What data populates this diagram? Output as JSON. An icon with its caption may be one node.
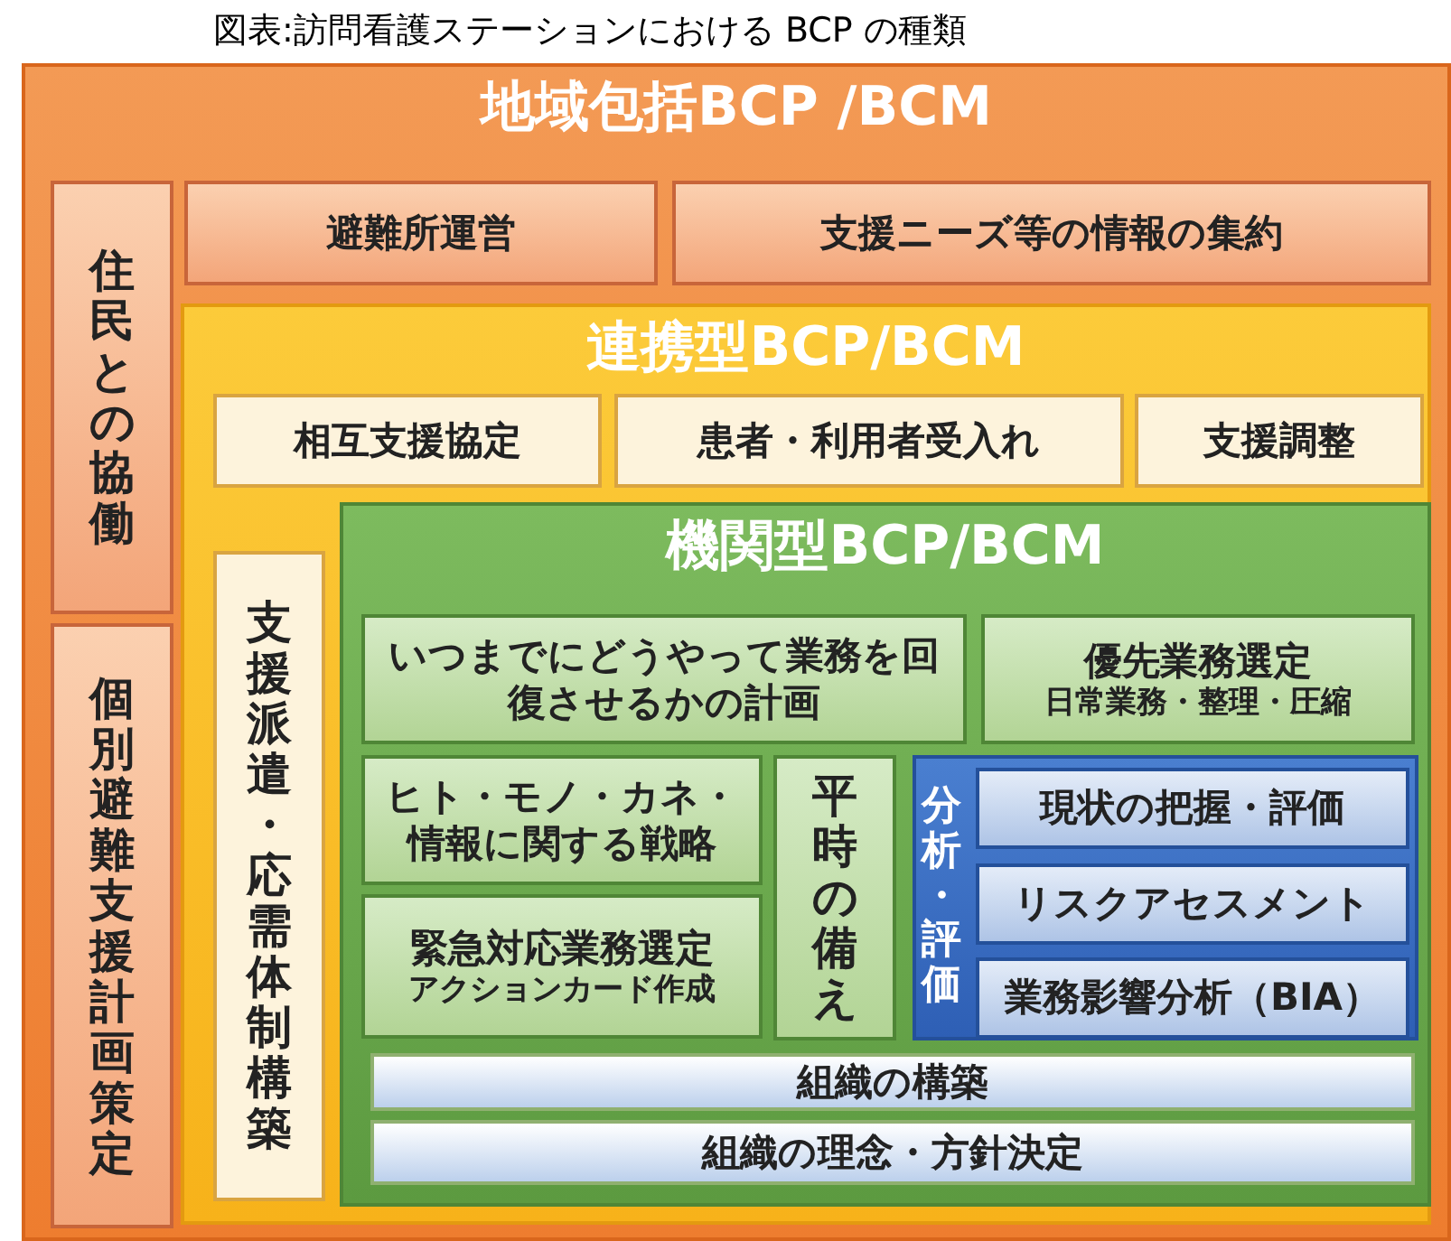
{
  "diagram": {
    "title": "図表:訪問看護ステーションにおける BCP の種類",
    "nodes": [
      {
        "text": [
          "地域包括BCP /BCM"
        ]
      },
      {
        "text": [
          "住民との協働"
        ],
        "in": 0
      },
      {
        "text": [
          "個別避難支援計画策定"
        ],
        "in": 0
      },
      {
        "text": [
          "避難所運営"
        ],
        "in": 0
      },
      {
        "text": [
          "支援ニーズ等の情報の集約"
        ],
        "in": 0
      },
      {
        "text": [
          "連携型BCP/BCM"
        ],
        "in": 0
      },
      {
        "text": [
          "相互支援協定"
        ],
        "in": 5
      },
      {
        "text": [
          "患者・利用者受入れ"
        ],
        "in": 5
      },
      {
        "text": [
          "支援調整"
        ],
        "in": 5
      },
      {
        "text": [
          "支援派遣・応需体制構築"
        ],
        "in": 5
      },
      {
        "text": [
          "機関型BCP/BCM"
        ],
        "in": 5
      },
      {
        "text": [
          "いつまでにどうやって業務を回復させるかの計画"
        ],
        "in": 10
      },
      {
        "text": [
          "優先業務選定",
          "日常業務・整理・圧縮"
        ],
        "in": 10
      },
      {
        "text": [
          "ヒト・モノ・カネ・情報に関する戦略"
        ],
        "in": 10
      },
      {
        "text": [
          "平時の備え"
        ],
        "in": 10
      },
      {
        "text": [
          "緊急対応業務選定",
          "アクションカード作成"
        ],
        "in": 10
      },
      {
        "text": [
          "分析・評価"
        ],
        "in": 10
      },
      {
        "text": [
          "現状の把握・評価"
        ],
        "in": 16
      },
      {
        "text": [
          "リスクアセスメント"
        ],
        "in": 16
      },
      {
        "text": [
          "業務影響分析（BIA）"
        ],
        "in": 16
      },
      {
        "text": [
          "組織の構築"
        ],
        "in": 10
      },
      {
        "text": [
          "組織の理念・方針決定"
        ],
        "in": 10
      }
    ]
  }
}
